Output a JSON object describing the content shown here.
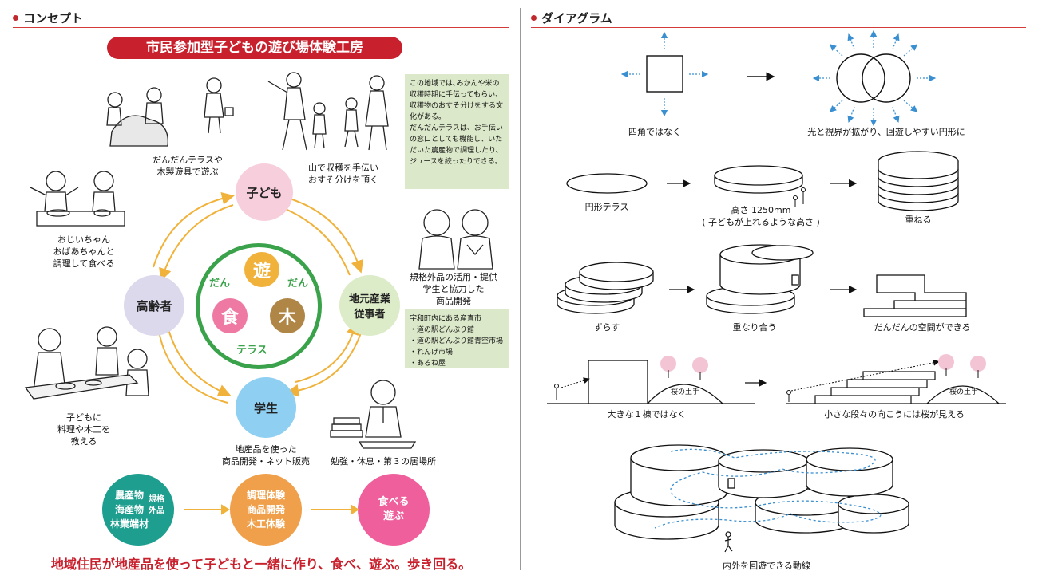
{
  "left": {
    "heading": "コンセプト",
    "banner": "市民参加型子どもの遊び場体験工房",
    "nodes": {
      "child": "子ども",
      "industry": "地元産業\n従事者",
      "student": "学生",
      "elderly": "高齢者"
    },
    "center": {
      "char_play": "遊",
      "char_food": "食",
      "char_wood": "木",
      "dan_left": "だん",
      "dan_right": "だん",
      "terrace": "テラス"
    },
    "captions": {
      "terrace_play": "だんだんテラスや\n木製遊具で遊ぶ",
      "harvest": "山で収穫を手伝い\nおすそ分けを頂く",
      "grandparents": "おじいちゃん\nおばあちゃんと\n調理して食べる",
      "irregular": "規格外品の活用・提供\n学生と協力した\n商品開発",
      "teach": "子どもに\n料理や木工を\n教える",
      "products": "地産品を使った\n商品開発・ネット販売",
      "study": "勉強・休息・第３の居場所"
    },
    "note1": "この地域では､みかんや米の収穫時期に手伝ってもらい、収穫物のおすそ分けをする文化がある。\nだんだんテラスは、お手伝いの窓口としても機能し、いただいた農産物で調理したり、ジュースを絞ったりできる。",
    "note2_title": "宇和町内にある産直市",
    "note2_items": [
      "・道の駅どんぶり館",
      "・道の駅どんぶり館青空市場",
      "・れんげ市場",
      "・あるね屋"
    ],
    "flow": {
      "circle1_main": "農産物\n海産物\n林業端材",
      "circle1_side": "規格\n外品",
      "circle2": "調理体験\n商品開発\n木工体験",
      "circle3": "食べる\n遊ぶ"
    },
    "bottom_message": "地域住民が地産品を使って子どもと一緒に作り、食べ、遊ぶ。歩き回る。"
  },
  "right": {
    "heading": "ダイアグラム",
    "captions": {
      "not_square": "四角ではなく",
      "circular": "光と視界が拡がり、回遊しやすい円形に",
      "circle_terrace": "円形テラス",
      "height": "高さ 1250mm\n( 子どもが上れるような高さ )",
      "stack": "重ねる",
      "shift": "ずらす",
      "overlap": "重なり合う",
      "space": "だんだんの空間ができる",
      "not_one": "大きな１棟ではなく",
      "cherry_view": "小さな段々の向こうには桜が見える",
      "circulation": "内外を回遊できる動線"
    },
    "hill_label_1": "桜の土手",
    "hill_label_2": "桜の土手"
  },
  "colors": {
    "accent_red": "#c8202c",
    "child_pink": "#f7cfdc",
    "industry_green": "#dcecc8",
    "student_blue": "#8fd0f2",
    "elderly_lavender": "#dcd9ec",
    "ring_green": "#3aa24a",
    "arrow_orange": "#f0b23a",
    "food_pink": "#ee7aa3",
    "wood_brown": "#b08646",
    "flow_teal": "#1e9e8f",
    "flow_orange": "#f0a04a",
    "flow_pink": "#ee5f9c",
    "note_green": "#dbe8c9"
  }
}
